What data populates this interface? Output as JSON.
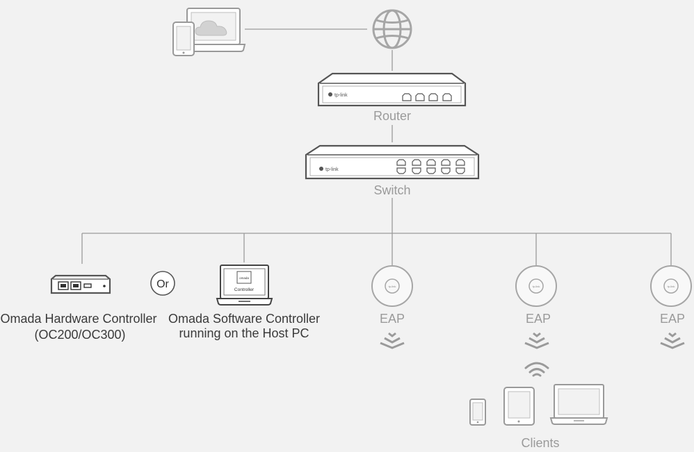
{
  "labels": {
    "router": "Router",
    "switch": "Switch",
    "hardware_controller_line1": "Omada Hardware Controller",
    "hardware_controller_line2": "(OC200/OC300)",
    "or": "Or",
    "software_controller_line1": "Omada Software Controller",
    "software_controller_line2": "running on the Host PC",
    "eap_1": "EAP",
    "eap_2": "EAP",
    "eap_3": "EAP",
    "clients": "Clients"
  },
  "device_text": {
    "router_brand": "tp-link",
    "switch_brand": "tp-link",
    "eap_brand": "tp-link",
    "screen_brand": "omada",
    "screen_caption": "Controller"
  },
  "icons": [
    "cloud-devices-icon",
    "internet-globe-icon",
    "router-icon",
    "switch-icon",
    "hardware-controller-icon",
    "laptop-icon",
    "eap-icon",
    "wifi-signal-icon",
    "phone-icon",
    "tablet-icon"
  ],
  "colors": {
    "background": "#f2f2f2",
    "line": "#9a9a9a",
    "device_outline": "#555555",
    "muted_label": "#9a9a9a",
    "dark_label": "#3a3a3a"
  }
}
